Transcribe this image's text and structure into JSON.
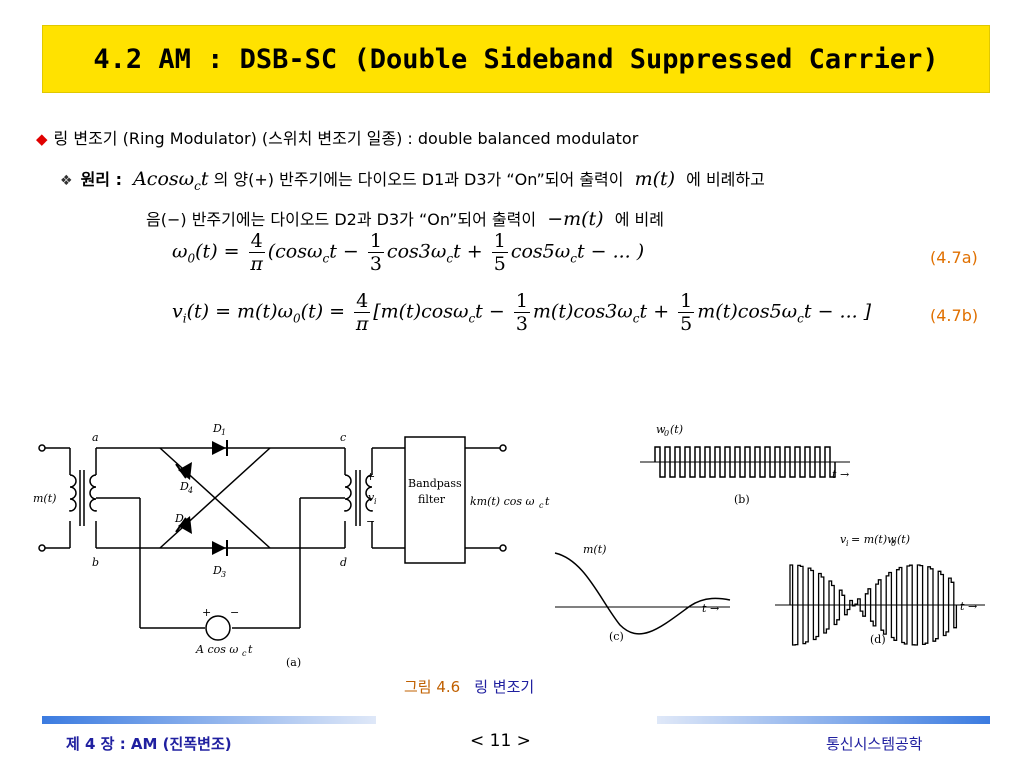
{
  "title": "4.2 AM : DSB-SC (Double Sideband Suppressed Carrier)",
  "heading": {
    "label": "링 변조기 (Ring Modulator) (스위치 변조기 일종) : double balanced modulator"
  },
  "principle": {
    "label": "원리 :",
    "carrier_expr": "Acosω",
    "carrier_sub": "c",
    "carrier_t": "t",
    "line1_text": "의 양(+) 반주기에는  다이오드 D1과 D3가 “On”되어 출력이",
    "line1_expr": "m(t)",
    "line1_tail": "에 비례하고",
    "line2_text": "음(−) 반주기에는  다이오드 D2과 D3가 “On”되어 출력이",
    "line2_expr": "−m(t)",
    "line2_tail": "에 비례"
  },
  "equations": {
    "eq_a_label": "(4.7a)",
    "eq_b_label": "(4.7b)"
  },
  "figure": {
    "caption_num": "그림 4.6",
    "caption_text": "링 변조기",
    "labels": {
      "D1": "D",
      "D2": "D",
      "D3": "D",
      "D4": "D",
      "a": "a",
      "b": "b",
      "c": "c",
      "d": "d",
      "mt": "m(t)",
      "vi": "v",
      "bandpass1": "Bandpass",
      "bandpass2": "filter",
      "output": "km(t) cos ω",
      "source": "A cos ω",
      "panel_a": "(a)",
      "panel_b": "(b)",
      "panel_c": "(c)",
      "panel_d": "(d)",
      "w0": "w",
      "vi_eq": "v",
      "t_arrow": "t"
    }
  },
  "footer": {
    "left": "제 4 장  :  AM (진폭변조)",
    "page": "<  11  >",
    "right": "통신시스템공학"
  },
  "colors": {
    "title_bg": "#FFE200",
    "bullet": "#E00000",
    "eq_label": "#E07000",
    "footer_text": "#2020A0",
    "footer_bar": "#3B7BE0"
  }
}
